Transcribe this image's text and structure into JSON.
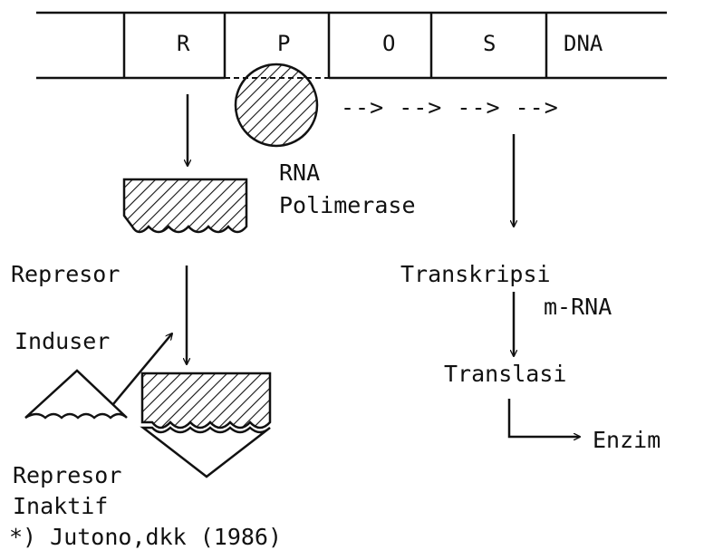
{
  "dna_segments": {
    "r": "R",
    "p": "P",
    "o": "O",
    "s": "S",
    "dna": "DNA"
  },
  "rna_polymerase": {
    "line1": "RNA",
    "line2": "Polimerase"
  },
  "transcription_arrows": "--> --> --> -->",
  "labels": {
    "represor": "Represor",
    "induser": "Induser",
    "represor_inaktif_line1": "Represor",
    "represor_inaktif_line2": "Inaktif",
    "transkripsi": "Transkripsi",
    "mrna": "m-RNA",
    "translasi": "Translasi",
    "enzim": "Enzim"
  },
  "citation": "*) Jutono,dkk (1986)",
  "colors": {
    "ink": "#111111",
    "background": "#ffffff"
  }
}
